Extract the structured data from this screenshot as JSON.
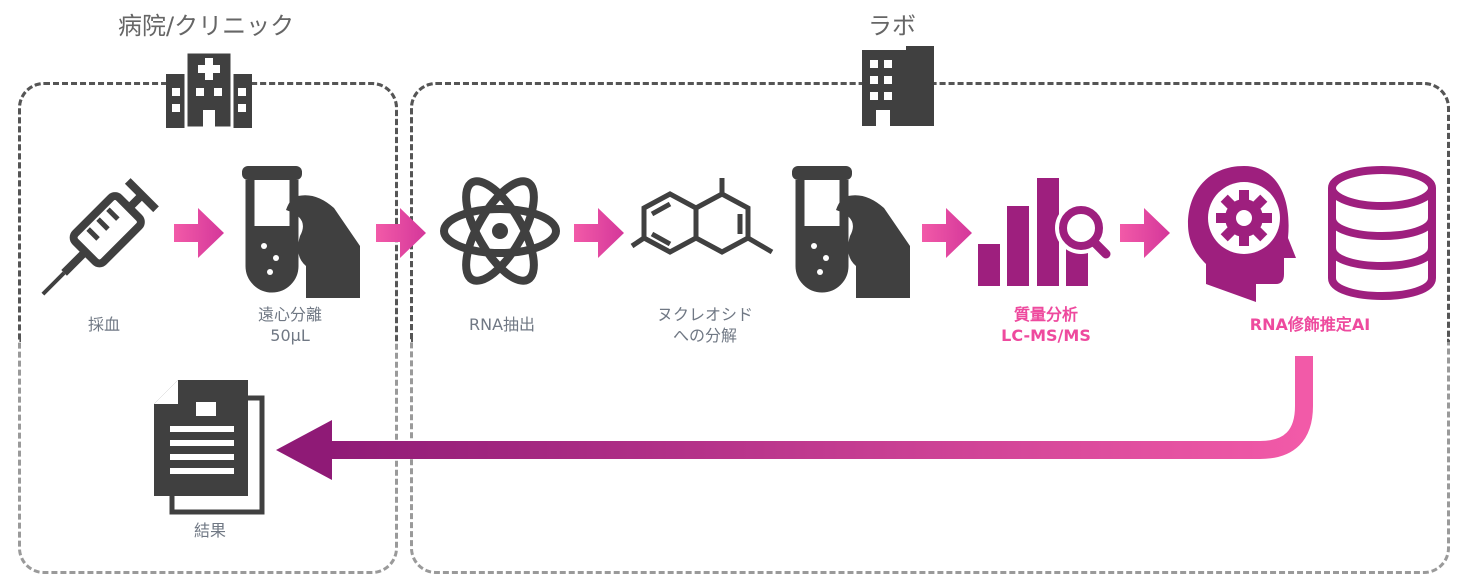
{
  "sections": {
    "clinic": "病院/クリニック",
    "lab": "ラボ"
  },
  "steps": [
    {
      "label": "採血",
      "icon": "syringe-icon"
    },
    {
      "label": "遠心分離",
      "sub": "50μL",
      "icon": "test-tube-hand-icon"
    },
    {
      "label": "RNA抽出",
      "icon": "atom-icon"
    },
    {
      "label": "ヌクレオシド",
      "sub": "への分解",
      "icon": "molecule-icon"
    },
    {
      "label": "質量分析",
      "sub": "LC-MS/MS",
      "icon": "chart-search-icon"
    },
    {
      "label": "RNA修飾推定AI",
      "icon": "ai-head-database-icon"
    },
    {
      "label": "結果",
      "icon": "document-icon"
    }
  ],
  "colors": {
    "icon_gray": "#404040",
    "purple": "#9e1f7e",
    "pink": "#f050a0",
    "label": "#707884"
  }
}
